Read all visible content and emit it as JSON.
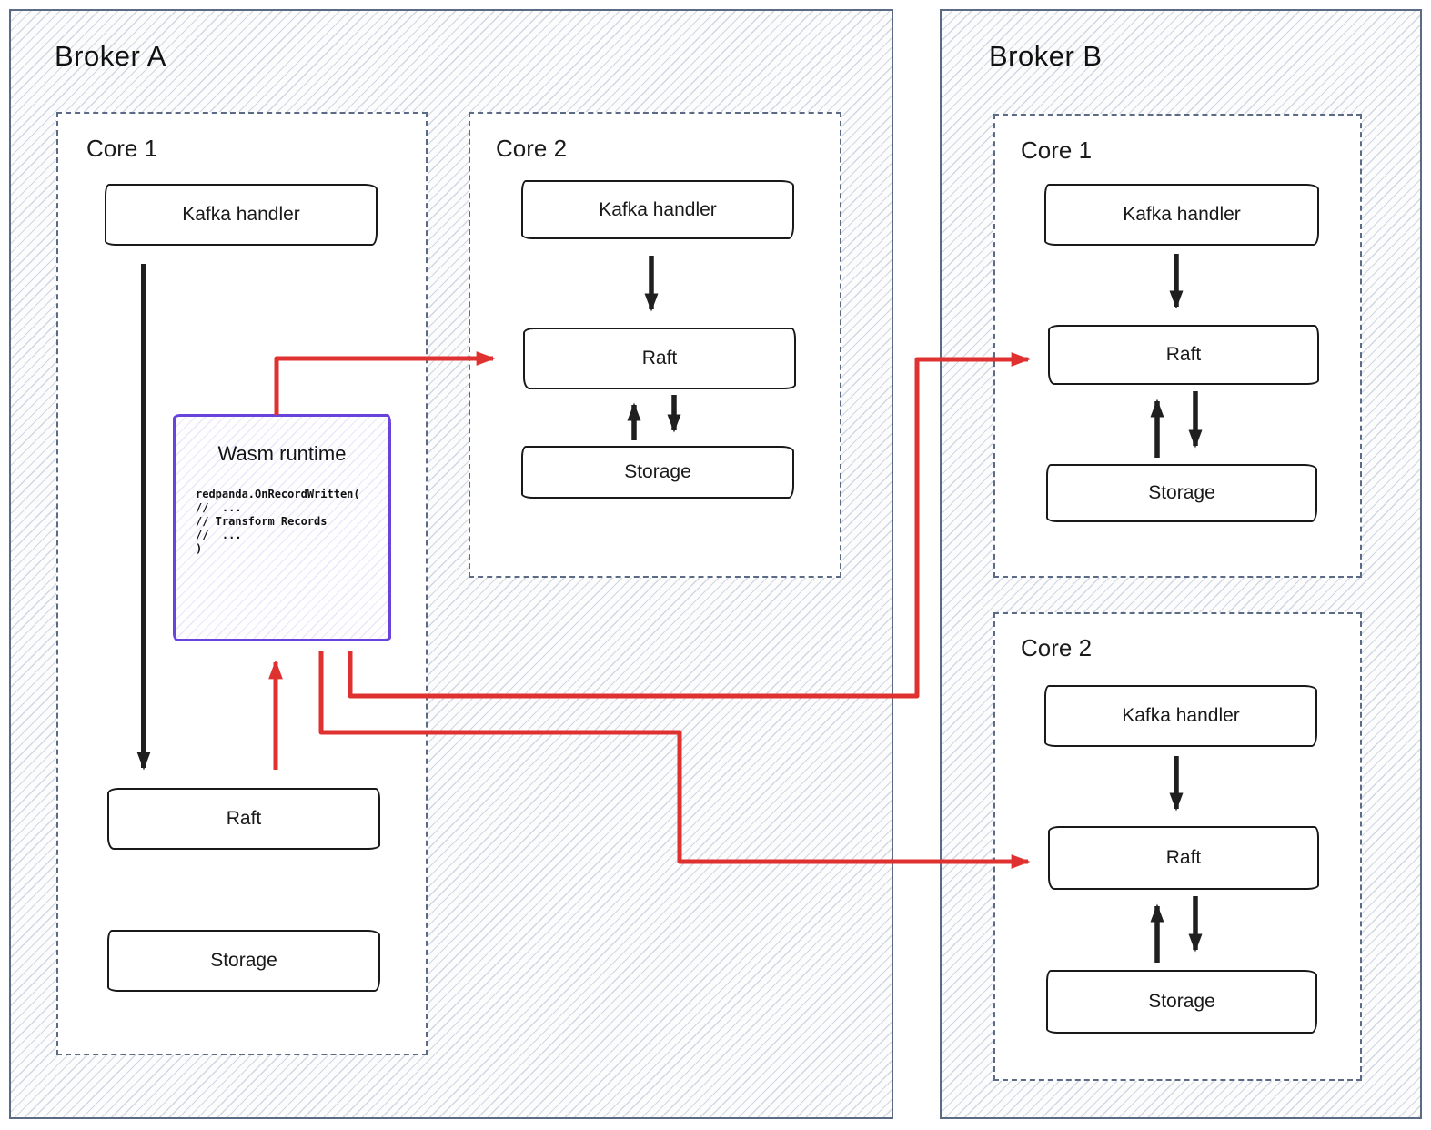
{
  "colors": {
    "accent_red": "#e03131",
    "wasm_purple": "#6a43dd",
    "broker_border": "#5b6b85",
    "hatch_line": "#ccd3de",
    "box_border": "#191919"
  },
  "broker_a": {
    "title": "Broker A",
    "core1": {
      "title": "Core 1",
      "kafka_label": "Kafka handler",
      "raft_label": "Raft",
      "storage_label": "Storage",
      "wasm": {
        "title": "Wasm runtime",
        "code": "redpanda.OnRecordWritten(\n//  ...\n// Transform Records\n//  ...\n)"
      }
    },
    "core2": {
      "title": "Core 2",
      "kafka_label": "Kafka handler",
      "raft_label": "Raft",
      "storage_label": "Storage"
    }
  },
  "broker_b": {
    "title": "Broker B",
    "core1": {
      "title": "Core 1",
      "kafka_label": "Kafka handler",
      "raft_label": "Raft",
      "storage_label": "Storage"
    },
    "core2": {
      "title": "Core 2",
      "kafka_label": "Kafka handler",
      "raft_label": "Raft",
      "storage_label": "Storage"
    }
  },
  "connections": [
    {
      "from": "broker-a-core1-kafka",
      "to": "broker-a-core1-raft",
      "color": "black"
    },
    {
      "from": "broker-a-core1-raft",
      "to": "wasm-runtime",
      "color": "red"
    },
    {
      "from": "wasm-runtime",
      "to": "broker-a-core2-raft",
      "color": "red"
    },
    {
      "from": "wasm-runtime",
      "to": "broker-b-core1-raft",
      "color": "red"
    },
    {
      "from": "wasm-runtime",
      "to": "broker-b-core2-raft",
      "color": "red"
    },
    {
      "from": "broker-a-core2-kafka",
      "to": "broker-a-core2-raft",
      "color": "black"
    },
    {
      "from": "broker-a-core2-raft",
      "to": "broker-a-core2-storage",
      "color": "black",
      "bidirectional": true
    },
    {
      "from": "broker-b-core1-kafka",
      "to": "broker-b-core1-raft",
      "color": "black"
    },
    {
      "from": "broker-b-core1-raft",
      "to": "broker-b-core1-storage",
      "color": "black",
      "bidirectional": true
    },
    {
      "from": "broker-b-core2-kafka",
      "to": "broker-b-core2-raft",
      "color": "black"
    },
    {
      "from": "broker-b-core2-raft",
      "to": "broker-b-core2-storage",
      "color": "black",
      "bidirectional": true
    }
  ]
}
